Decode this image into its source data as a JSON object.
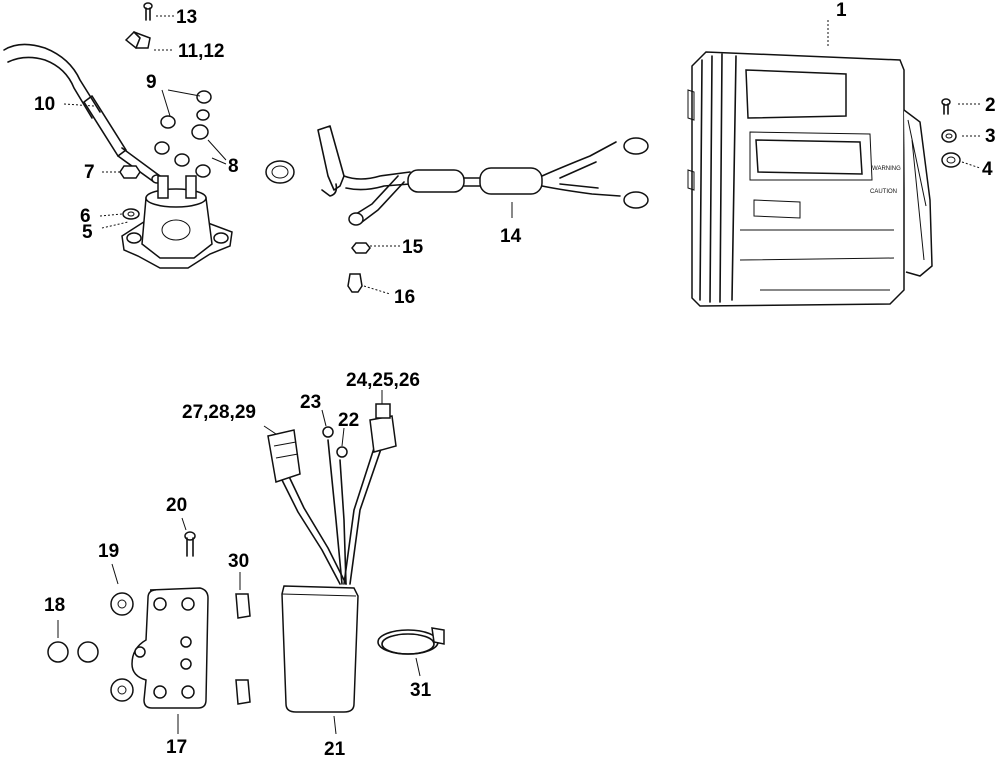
{
  "diagram": {
    "callouts": {
      "c1": "1",
      "c2": "2",
      "c3": "3",
      "c4": "4",
      "c5": "5",
      "c6": "6",
      "c7": "7",
      "c8": "8",
      "c9": "9",
      "c10": "10",
      "c11": "11,12",
      "c13": "13",
      "c14": "14",
      "c15": "15",
      "c16": "16",
      "c17": "17",
      "c18": "18",
      "c19": "19",
      "c20": "20",
      "c21": "21",
      "c22": "22",
      "c23": "23",
      "c24": "24,25,26",
      "c27": "27,28,29",
      "c30": "30",
      "c31": "31"
    }
  }
}
